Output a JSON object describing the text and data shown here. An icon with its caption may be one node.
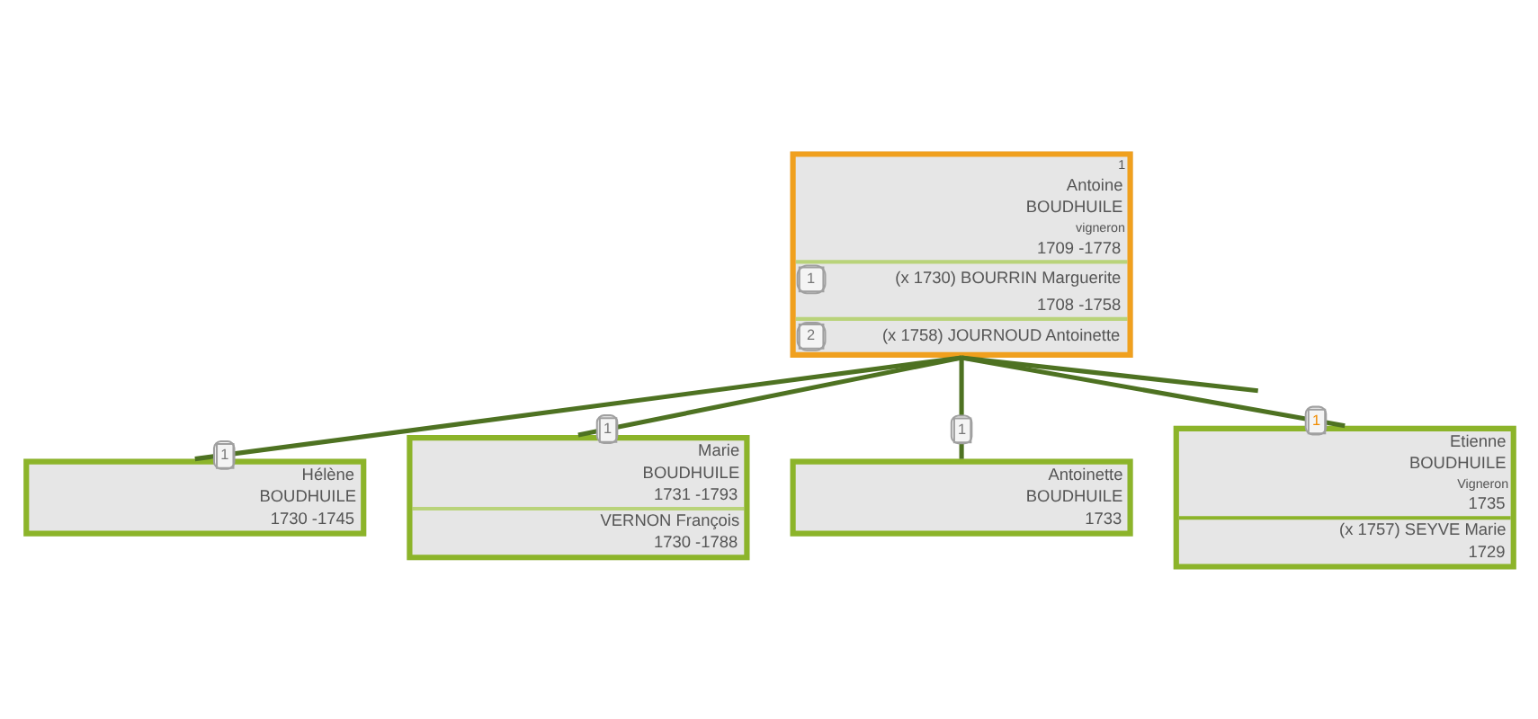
{
  "diagram": {
    "nodes": [
      {
        "text": [
          "1",
          "Antoine",
          "BOUDHUILE",
          "vigneron",
          "1709 -1778",
          "1",
          "(x 1730) BOURRIN Marguerite",
          "1708 -1758",
          "2",
          "(x 1758) JOURNOUD Antoinette"
        ]
      },
      {
        "text": [
          "Hélène",
          "BOUDHUILE",
          "1730 -1745"
        ]
      },
      {
        "text": [
          "Marie",
          "BOUDHUILE",
          "1731 -1793",
          "VERNON François",
          "1730 -1788"
        ]
      },
      {
        "text": [
          "Antoinette",
          "BOUDHUILE",
          "1733"
        ]
      },
      {
        "text": [
          "Etienne",
          "BOUDHUILE",
          "Vigneron",
          "1735",
          "(x 1757) SEYVE Marie",
          "1729"
        ]
      }
    ],
    "edges": [
      {
        "from": 0,
        "to": 1,
        "arrow": "none",
        "label": "1"
      },
      {
        "from": 0,
        "to": 2,
        "arrow": "none",
        "label": "1"
      },
      {
        "from": 0,
        "to": 3,
        "arrow": "none",
        "label": "1"
      },
      {
        "from": 0,
        "to": 4,
        "arrow": "none",
        "label": "1"
      },
      {
        "from": 0,
        "to": null,
        "arrow": "none"
      }
    ]
  }
}
